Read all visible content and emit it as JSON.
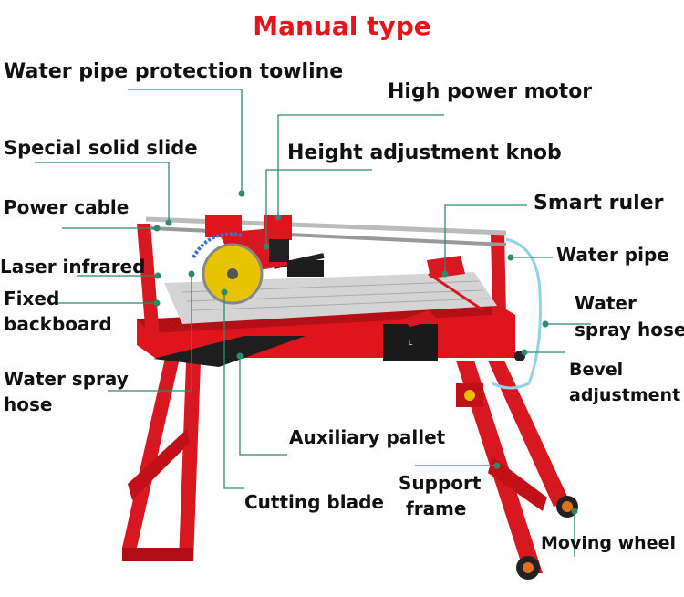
{
  "title": "Manual type",
  "labels": {
    "water_pipe_towline": "Water pipe protection towline",
    "high_power_motor": "High power motor",
    "special_solid_slide": "Special solid slide",
    "height_adjustment_knob": "Height adjustment knob",
    "power_cable": "Power cable",
    "smart_ruler": "Smart ruler",
    "laser_infrared": "Laser infrared",
    "water_pipe": "Water pipe",
    "fixed_backboard_1": "Fixed",
    "fixed_backboard_2": "backboard",
    "water_spray_hose_right_1": "Water",
    "water_spray_hose_right_2": "spray hose",
    "water_spray_hose_left_1": "Water spray",
    "water_spray_hose_left_2": "hose",
    "bevel_adjustment_1": "Bevel",
    "bevel_adjustment_2": "adjustment",
    "auxiliary_pallet": "Auxiliary pallet",
    "support_frame_1": "Support",
    "support_frame_2": "frame",
    "cutting_blade": "Cutting blade",
    "moving_wheel": "Moving wheel"
  },
  "colors": {
    "title": "#e8141a",
    "machine_red": "#e0141c",
    "leader_line": "#2e8b6a",
    "rail": "#c8c8c8",
    "table_top": "#d4d4d4",
    "blade_yellow": "#e8c400",
    "pallet": "#1e1e1e"
  }
}
